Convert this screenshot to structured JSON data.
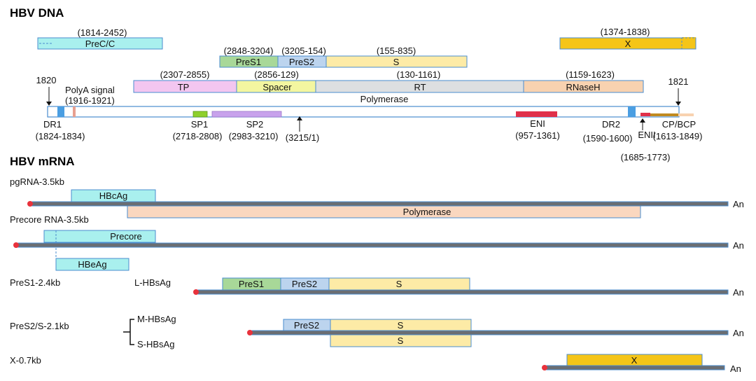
{
  "titles": {
    "dna": "HBV DNA",
    "mrna": "HBV mRNA"
  },
  "colors": {
    "precc": "#a9f0ee",
    "x": "#f5c518",
    "pres1": "#a8d898",
    "pres2": "#bcd4ee",
    "s": "#fdeba6",
    "tp": "#f3c6f0",
    "spacer": "#f3f6a0",
    "rt": "#dddfe1",
    "rnaseh": "#f8d2b0",
    "polymerase_mrna": "#fad7bf",
    "hbcag": "#a9f0ee",
    "line": "#6a6e73",
    "border": "#4a8ccf",
    "cap": "#e8323c",
    "dr": "#4a9ee2",
    "sp1": "#8ed02c",
    "sp2": "#c8a2ec",
    "eni": "#e0304a",
    "polya": "#e8a090"
  },
  "dna": {
    "precc": {
      "label": "PreC/C",
      "range": "(1814-2452)"
    },
    "x": {
      "label": "X",
      "range": "(1374-1838)"
    },
    "pres1": {
      "label": "PreS1",
      "range": "(2848-3204)"
    },
    "pres2": {
      "label": "PreS2",
      "range": "(3205-154)"
    },
    "s": {
      "label": "S",
      "range": "(155-835)"
    },
    "tp": {
      "label": "TP",
      "range": "(2307-2855)"
    },
    "spacer": {
      "label": "Spacer",
      "range": "(2856-129)"
    },
    "rt": {
      "label": "RT",
      "range": "(130-1161)"
    },
    "rnaseh": {
      "label": "RNaseH",
      "range": "(1159-1623)"
    },
    "polymerase": "Polymerase",
    "pos_1820": "1820",
    "pos_1821": "1821",
    "polya": {
      "label": "PolyA signal",
      "range": "(1916-1921)"
    },
    "dr1": {
      "label": "DR1",
      "range": "(1824-1834)"
    },
    "sp1": {
      "label": "SP1",
      "range": "(2718-2808)"
    },
    "sp2": {
      "label": "SP2",
      "range": "(2983-3210)"
    },
    "junction": "(3215/1)",
    "eni": {
      "label": "ENI",
      "range": "(957-1361)"
    },
    "dr2": {
      "label": "DR2",
      "range": "(1590-1600)"
    },
    "enii": {
      "label": "ENII",
      "range": "(1685-1773)"
    },
    "cpbcp": {
      "label": "CP/BCP",
      "range": "(1613-1849)"
    }
  },
  "mrna": {
    "pgrna": {
      "label": "pgRNA-3.5kb",
      "hbcag": "HBcAg",
      "polymerase": "Polymerase"
    },
    "precore": {
      "label": "Precore RNA-3.5kb",
      "precore": "Precore",
      "hbeag": "HBeAg"
    },
    "pres1": {
      "label": "PreS1-2.4kb",
      "protein": "L-HBsAg",
      "pres1": "PreS1",
      "pres2": "PreS2",
      "s": "S"
    },
    "pres2s": {
      "label": "PreS2/S-2.1kb",
      "m": "M-HBsAg",
      "s_protein": "S-HBsAg",
      "pres2": "PreS2",
      "s": "S",
      "s2": "S"
    },
    "x": {
      "label": "X-0.7kb",
      "x": "X"
    },
    "an": "An"
  }
}
